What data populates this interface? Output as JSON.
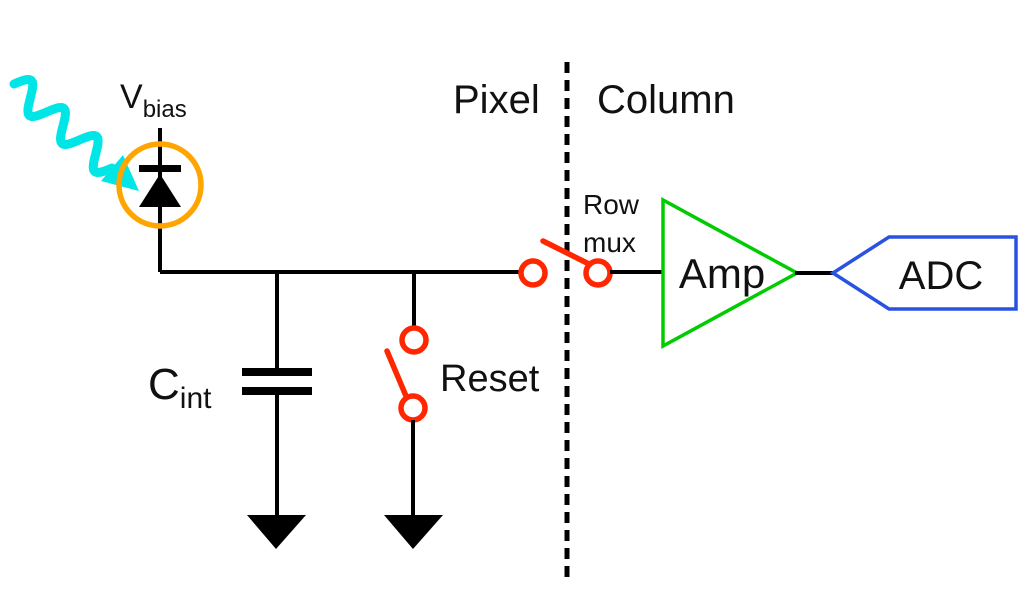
{
  "diagram": {
    "regions": {
      "pixel_label": "Pixel",
      "column_label": "Column"
    },
    "photodiode": {
      "bias_label_main": "V",
      "bias_label_sub": "bias"
    },
    "capacitor": {
      "label_main": "C",
      "label_sub": "int"
    },
    "reset_switch": {
      "label": "Reset"
    },
    "row_mux_switch": {
      "label_line1": "Row",
      "label_line2": "mux"
    },
    "amplifier": {
      "label": "Amp"
    },
    "adc": {
      "label": "ADC"
    },
    "colors": {
      "photon_arrow": "#00e6e6",
      "photodiode_ring": "#ffa500",
      "switches": "#ff2600",
      "amplifier_outline": "#00cc00",
      "adc_outline": "#2a52e0",
      "wires": "#000000",
      "text": "#111111"
    }
  }
}
